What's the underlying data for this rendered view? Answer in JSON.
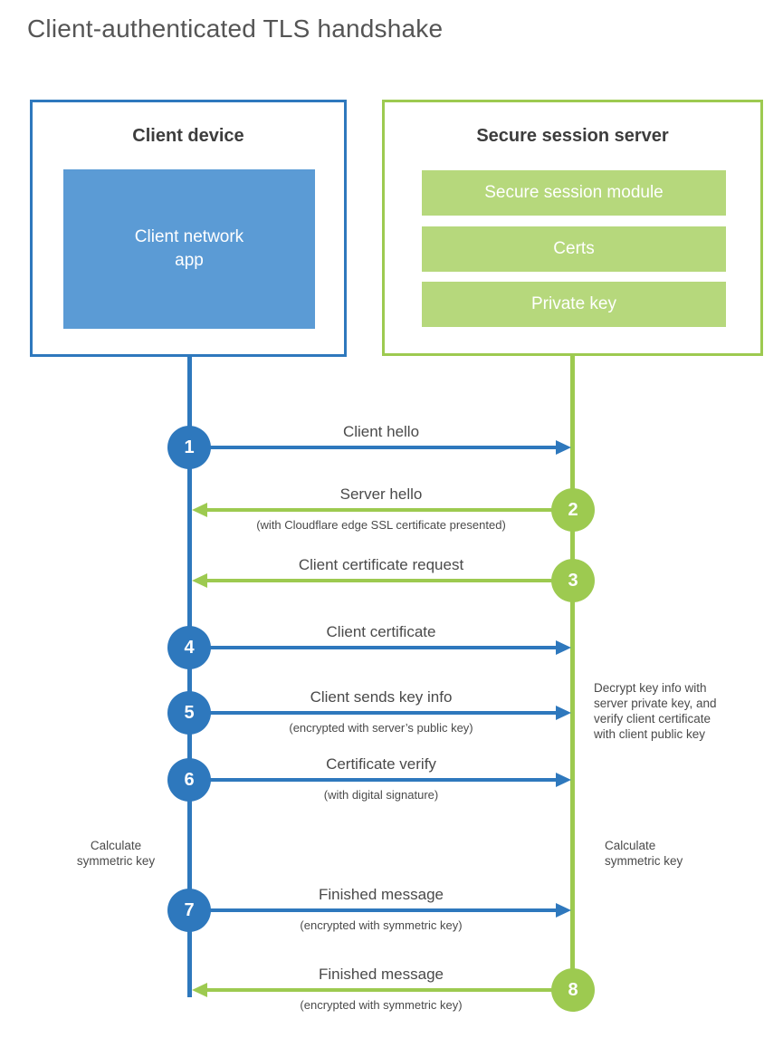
{
  "page": {
    "title": "Client-authenticated TLS handshake"
  },
  "client": {
    "title": "Client device",
    "app_label": "Client network\napp"
  },
  "server": {
    "title": "Secure session server",
    "modules": [
      "Secure session module",
      "Certs",
      "Private key"
    ]
  },
  "steps": [
    {
      "number": "1",
      "label": "Client hello",
      "sublabel": "",
      "direction": "right",
      "color": "blue"
    },
    {
      "number": "2",
      "label": "Server hello",
      "sublabel": "(with Cloudflare edge SSL certificate presented)",
      "direction": "left",
      "color": "green"
    },
    {
      "number": "3",
      "label": "Client certificate request",
      "sublabel": "",
      "direction": "left",
      "color": "green"
    },
    {
      "number": "4",
      "label": "Client certificate",
      "sublabel": "",
      "direction": "right",
      "color": "blue"
    },
    {
      "number": "5",
      "label": "Client sends key info",
      "sublabel": "(encrypted with server’s public key)",
      "direction": "right",
      "color": "blue"
    },
    {
      "number": "6",
      "label": "Certificate verify",
      "sublabel": "(with digital signature)",
      "direction": "right",
      "color": "blue"
    },
    {
      "number": "7",
      "label": "Finished message",
      "sublabel": "(encrypted with symmetric key)",
      "direction": "right",
      "color": "blue"
    },
    {
      "number": "8",
      "label": "Finished message",
      "sublabel": "(encrypted with symmetric key)",
      "direction": "left",
      "color": "green"
    }
  ],
  "annotations": {
    "decrypt_note": "Decrypt key info with\nserver private key, and\nverify client certificate\nwith client public key",
    "calc_left": "Calculate\nsymmetric key",
    "calc_right": "Calculate\nsymmetric key"
  },
  "colors": {
    "blue": "#2e78bd",
    "blue_fill": "#5b9bd5",
    "green": "#9dca50",
    "green_fill": "#b6d87c",
    "text": "#4a4a4a"
  }
}
